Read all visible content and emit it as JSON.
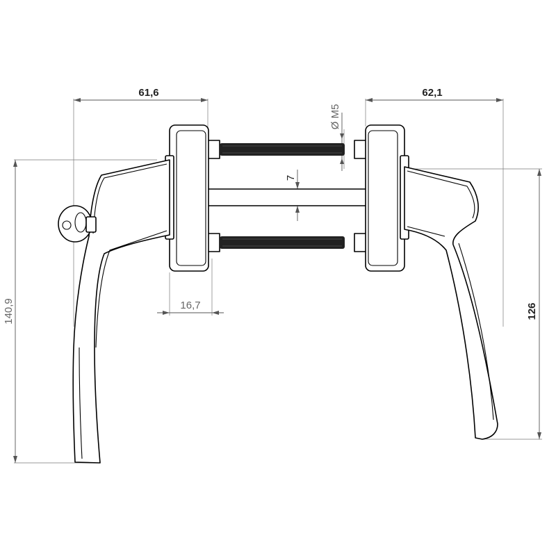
{
  "dimensions": {
    "left_width": "61,6",
    "right_width": "62,1",
    "thread": "Ø M5",
    "spindle": "7",
    "rose_depth": "16,7",
    "left_height": "140,9",
    "right_height": "126"
  }
}
